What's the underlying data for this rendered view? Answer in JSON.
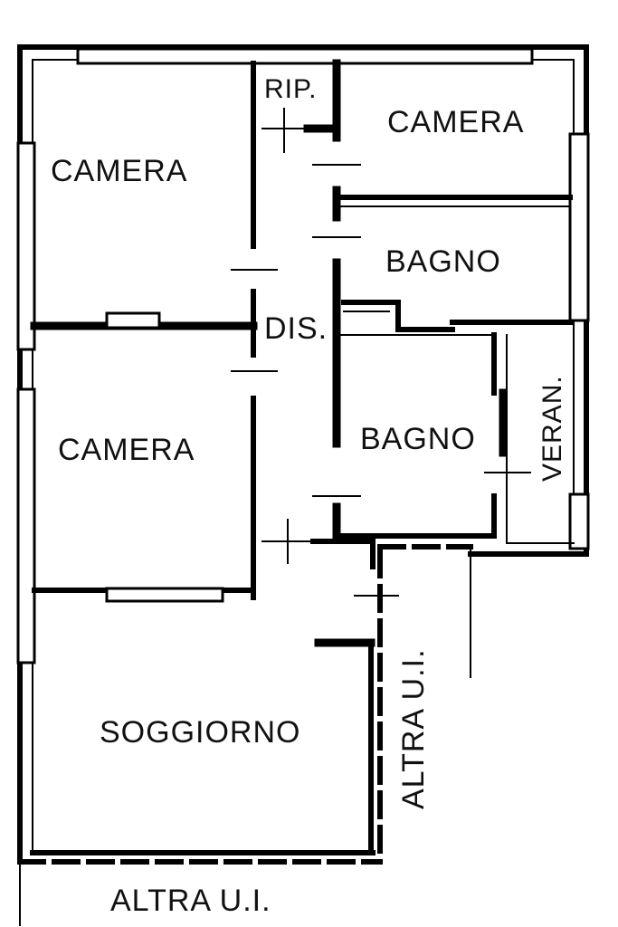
{
  "rooms": {
    "camera_top_left": "CAMERA",
    "rip": "RIP.",
    "camera_top_right": "CAMERA",
    "bagno_upper": "BAGNO",
    "dis": "DIS.",
    "camera_mid_left": "CAMERA",
    "bagno_lower": "BAGNO",
    "veran": "VERAN.",
    "soggiorno": "SOGGIORNO"
  },
  "neighbors": {
    "right": "ALTRA U.I.",
    "bottom": "ALTRA U.I."
  },
  "colors": {
    "ink": "#000000",
    "paper": "#ffffff"
  }
}
